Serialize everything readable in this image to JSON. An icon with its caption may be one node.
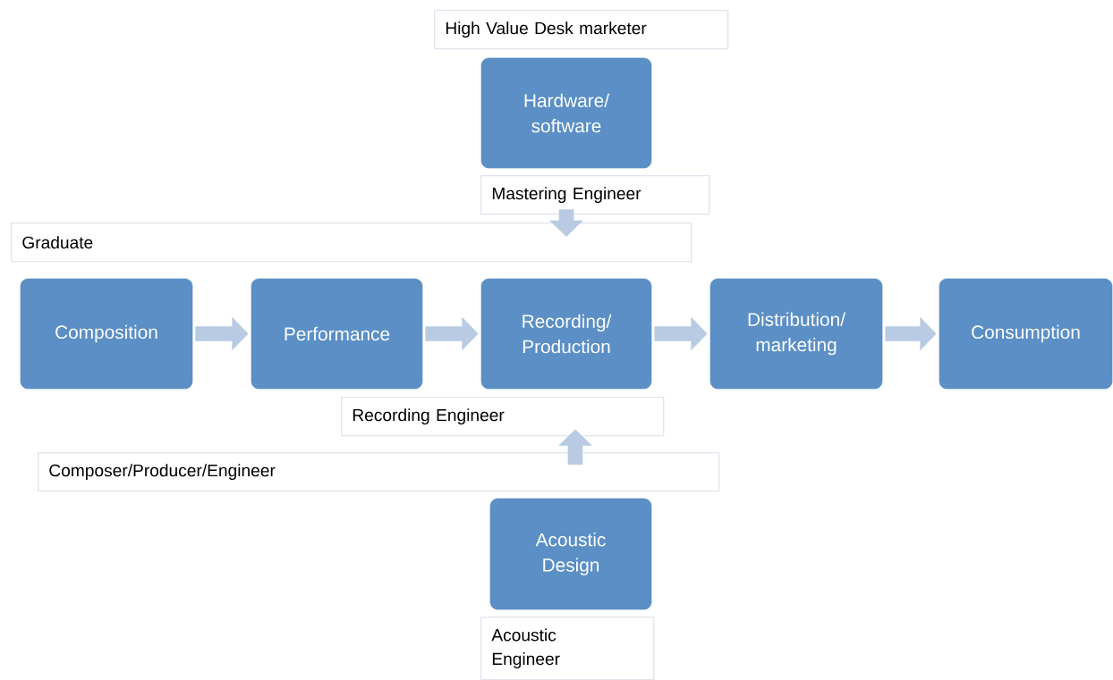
{
  "diagram": {
    "nodes": [
      {
        "text": [
          "High Value Desk marketer"
        ]
      },
      {
        "text": [
          "Hardware/ software"
        ]
      },
      {
        "text": [
          "Mastering Engineer"
        ]
      },
      {
        "text": [
          "Graduate"
        ]
      },
      {
        "text": [
          "Composition"
        ]
      },
      {
        "text": [
          "Performance"
        ]
      },
      {
        "text": [
          "Recording/ Production"
        ]
      },
      {
        "text": [
          "Distribution/ marketing"
        ]
      },
      {
        "text": [
          "Consumption"
        ]
      },
      {
        "text": [
          "Recording Engineer"
        ]
      },
      {
        "text": [
          "Composer/Producer/Engineer"
        ]
      },
      {
        "text": [
          "Acoustic Design"
        ]
      },
      {
        "text": [
          "Acoustic Engineer"
        ]
      }
    ],
    "edges": [
      {
        "from": 4,
        "to": 5,
        "arrow": "to"
      },
      {
        "from": 5,
        "to": 6,
        "arrow": "to"
      },
      {
        "from": 6,
        "to": 7,
        "arrow": "to"
      },
      {
        "from": 7,
        "to": 8,
        "arrow": "to"
      },
      {
        "from": 2,
        "to": 3,
        "arrow": "to"
      },
      {
        "from": 10,
        "to": 9,
        "arrow": "to"
      }
    ]
  }
}
